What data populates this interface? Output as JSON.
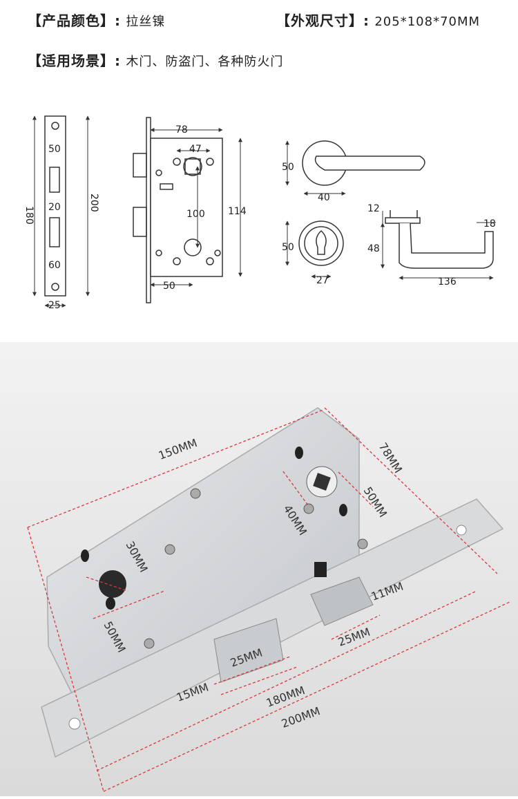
{
  "specs": {
    "color_label": "【产品颜色】:",
    "color_value": "拉丝镍",
    "size_label": "【外观尺寸】:",
    "size_value": "205*108*70MM",
    "scene_label": "【适用场景】:",
    "scene_value": "木门、防盗门、各种防火门"
  },
  "drawing": {
    "faceplate": {
      "d50": "50",
      "d180": "180",
      "d20": "20",
      "d200": "200",
      "d60": "60",
      "d25": "25"
    },
    "body": {
      "d78": "78",
      "d47": "47",
      "d100": "100",
      "d114": "114",
      "d50": "50"
    },
    "handle": {
      "d50": "50",
      "d40": "40",
      "d12": "12",
      "d18": "18",
      "d48": "48",
      "d136": "136"
    },
    "rosette": {
      "d50": "50",
      "d27": "27"
    }
  },
  "photo": {
    "l150": "150MM",
    "l78": "78MM",
    "l40": "40MM",
    "l50a": "50MM",
    "l30": "30MM",
    "l50b": "50MM",
    "l11": "11MM",
    "l25a": "25MM",
    "l25b": "25MM",
    "l15": "15MM",
    "l180": "180MM",
    "l200": "200MM"
  },
  "colors": {
    "dim_red": "#d9363e",
    "line_dark": "#333333",
    "metal": "#cfd2d4"
  }
}
